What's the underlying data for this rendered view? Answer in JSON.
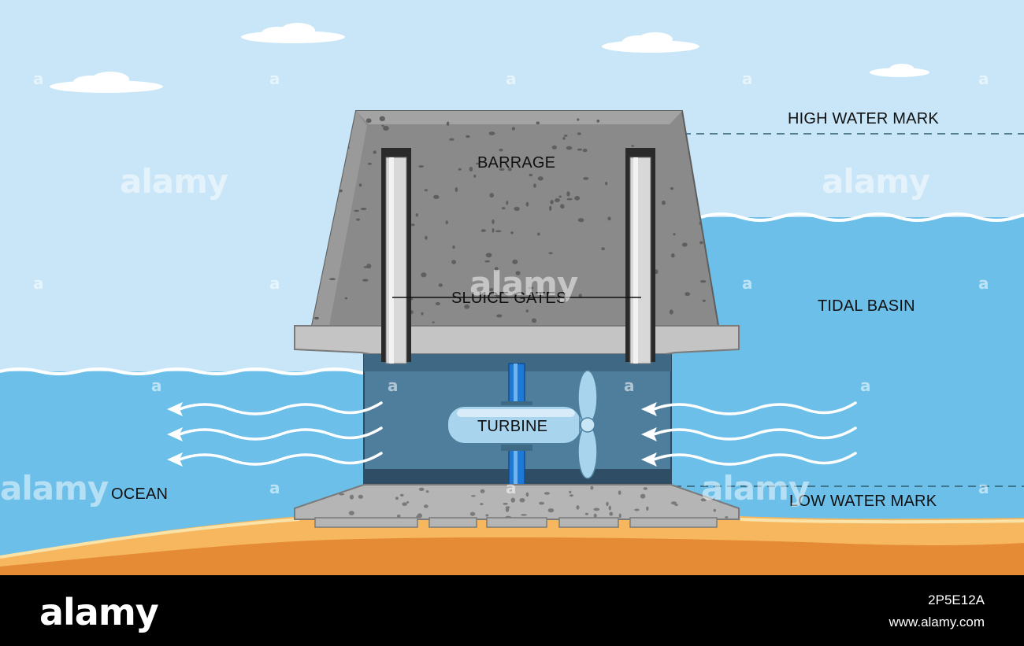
{
  "labels": {
    "barrage": "BARRAGE",
    "sluice_gates": "SLUICE GATES",
    "turbine": "TURBINE",
    "high_water_mark": "HIGH WATER MARK",
    "tidal_basin": "TIDAL BASIN",
    "ocean": "OCEAN",
    "low_water_mark": "LOW WATER MARK"
  },
  "watermark": {
    "text": "alamy",
    "letter": "a"
  },
  "footer": {
    "brand": "alamy",
    "image_id": "2P5E12A",
    "site": "www.alamy.com"
  },
  "colors": {
    "sky": "#c8e6f7",
    "ocean": "#6bbfe9",
    "sand": "#f6b75e",
    "sand_dark": "#e58b35",
    "concrete": "#8a8a8a",
    "concrete_light": "#c4c4c4",
    "turbine": "#a9d4ee",
    "shaft": "#1e78d6"
  }
}
